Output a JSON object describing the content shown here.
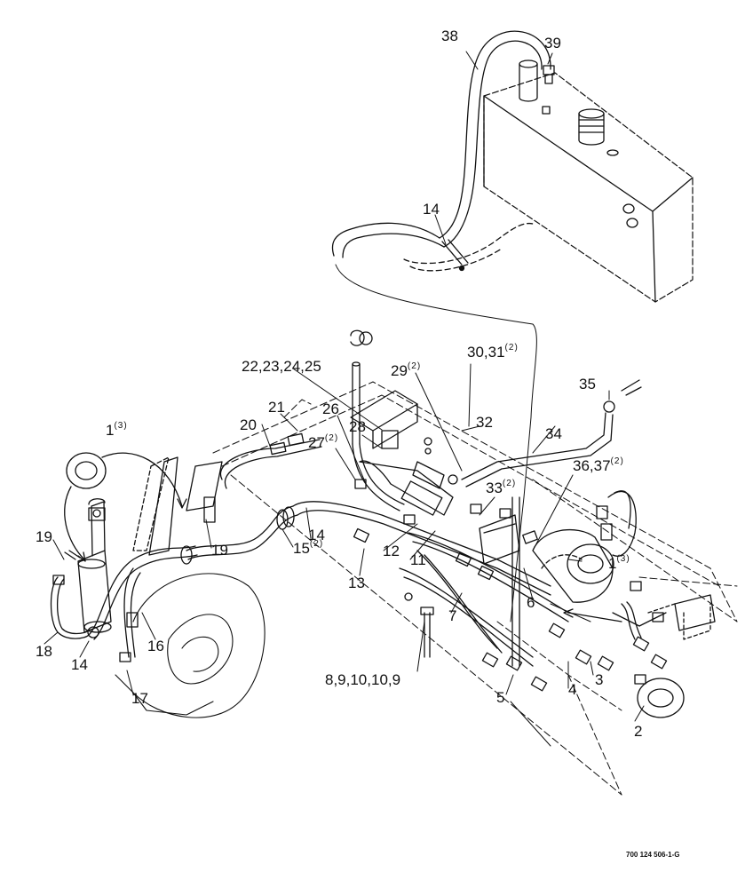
{
  "drawing_number": "700 124 506-1-G",
  "callouts": [
    {
      "id": "c38",
      "text": "38",
      "qty": ""
    },
    {
      "id": "c39",
      "text": "39",
      "qty": ""
    },
    {
      "id": "c14a",
      "text": "14",
      "qty": ""
    },
    {
      "id": "c30",
      "text": "30,31",
      "qty": "(2)"
    },
    {
      "id": "c29",
      "text": "29",
      "qty": "(2)"
    },
    {
      "id": "c35",
      "text": "35",
      "qty": ""
    },
    {
      "id": "c22",
      "text": "22,23,24,25",
      "qty": ""
    },
    {
      "id": "c21",
      "text": "21",
      "qty": ""
    },
    {
      "id": "c26",
      "text": "26",
      "qty": ""
    },
    {
      "id": "c32",
      "text": "32",
      "qty": ""
    },
    {
      "id": "c1a",
      "text": "1",
      "qty": "(3)"
    },
    {
      "id": "c20",
      "text": "20",
      "qty": ""
    },
    {
      "id": "c28",
      "text": "28",
      "qty": ""
    },
    {
      "id": "c34",
      "text": "34",
      "qty": ""
    },
    {
      "id": "c27",
      "text": "27",
      "qty": "(2)"
    },
    {
      "id": "c36",
      "text": "36,37",
      "qty": "(2)"
    },
    {
      "id": "c33",
      "text": "33",
      "qty": "(2)"
    },
    {
      "id": "c19a",
      "text": "19",
      "qty": ""
    },
    {
      "id": "c14b",
      "text": "14",
      "qty": ""
    },
    {
      "id": "c19b",
      "text": "19",
      "qty": ""
    },
    {
      "id": "c15",
      "text": "15",
      "qty": "(2)"
    },
    {
      "id": "c12",
      "text": "12",
      "qty": ""
    },
    {
      "id": "c11",
      "text": "11",
      "qty": ""
    },
    {
      "id": "c1b",
      "text": "1",
      "qty": "(3)"
    },
    {
      "id": "c13",
      "text": "13",
      "qty": ""
    },
    {
      "id": "c6",
      "text": "6",
      "qty": ""
    },
    {
      "id": "c16",
      "text": "16",
      "qty": ""
    },
    {
      "id": "c7",
      "text": "7",
      "qty": ""
    },
    {
      "id": "c18",
      "text": "18",
      "qty": ""
    },
    {
      "id": "c14c",
      "text": "14",
      "qty": ""
    },
    {
      "id": "c17",
      "text": "17",
      "qty": ""
    },
    {
      "id": "c8",
      "text": "8,9,10,10,9",
      "qty": ""
    },
    {
      "id": "c4",
      "text": "4",
      "qty": ""
    },
    {
      "id": "c3",
      "text": "3",
      "qty": ""
    },
    {
      "id": "c5",
      "text": "5",
      "qty": ""
    },
    {
      "id": "c2",
      "text": "2",
      "qty": ""
    }
  ]
}
